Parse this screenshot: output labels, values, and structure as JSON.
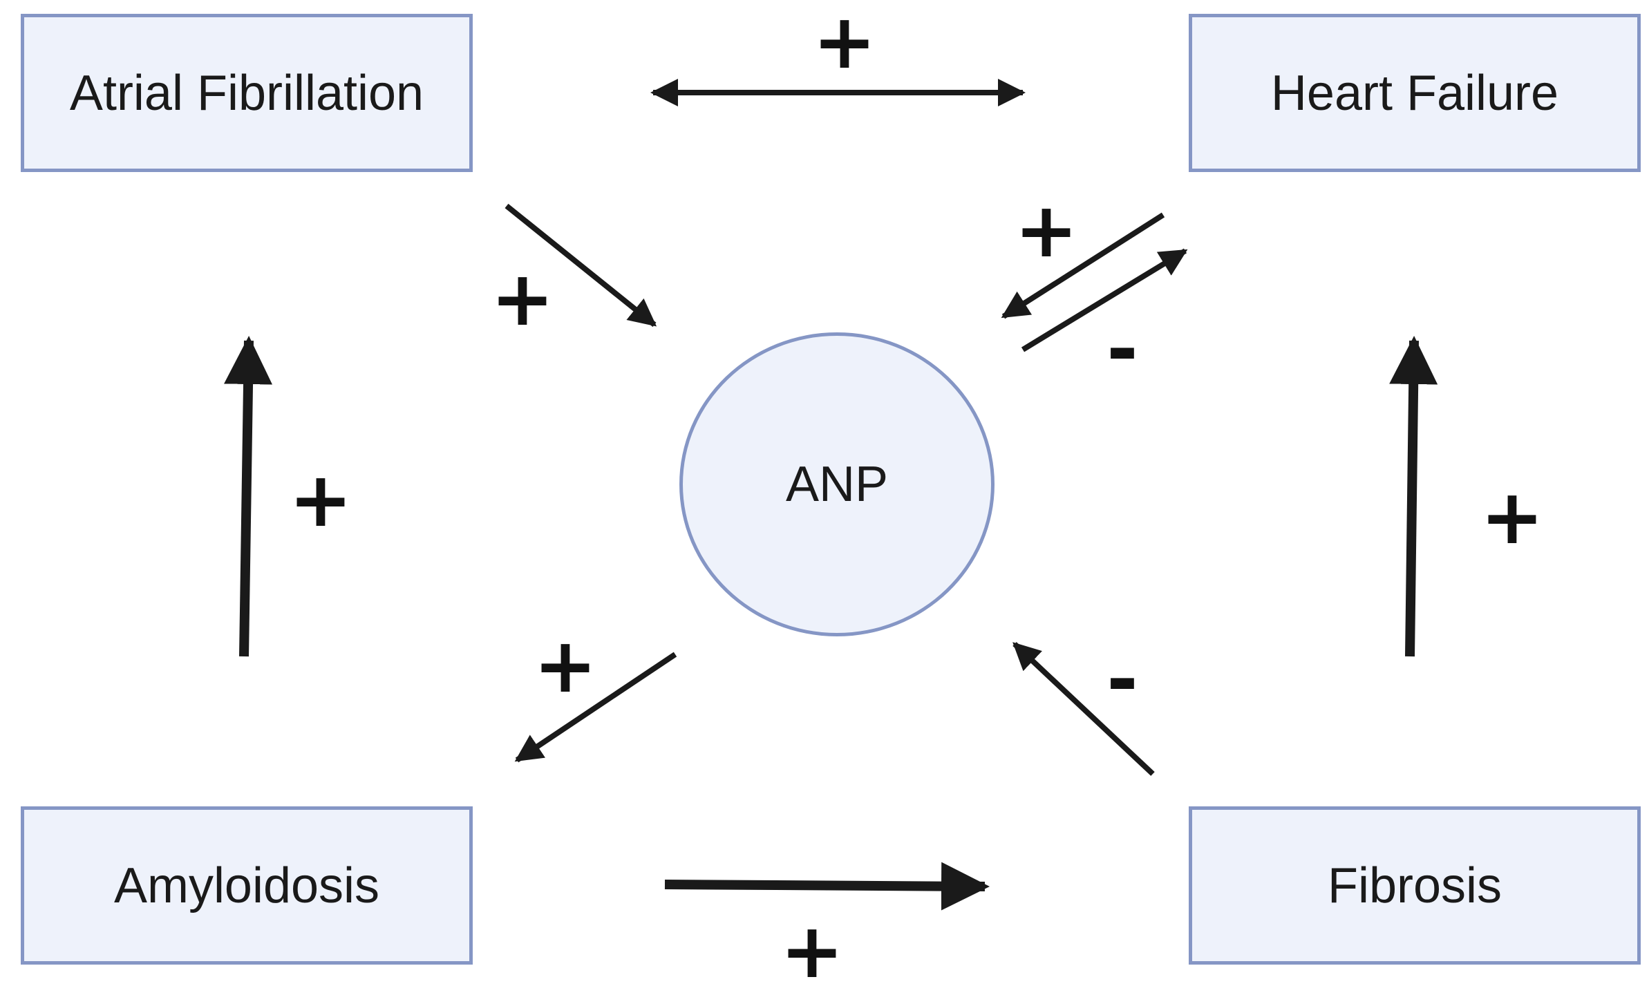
{
  "nodes": {
    "atrial_fibrillation": "Atrial Fibrillation",
    "heart_failure": "Heart Failure",
    "amyloidosis": "Amyloidosis",
    "fibrosis": "Fibrosis",
    "anp": "ANP"
  },
  "edge_signs": {
    "af_hf": "+",
    "af_to_anp": "+",
    "hf_to_anp": "+",
    "anp_to_hf": "-",
    "amyloidosis_to_af": "+",
    "fibrosis_to_hf": "+",
    "anp_to_amyloidosis": "+",
    "fibrosis_to_anp": "-",
    "amyloidosis_to_fibrosis": "+"
  },
  "colors": {
    "node_fill": "#eef2fb",
    "node_border": "#8596c5",
    "arrow": "#1a1a1a",
    "text": "#1a1a1a"
  }
}
